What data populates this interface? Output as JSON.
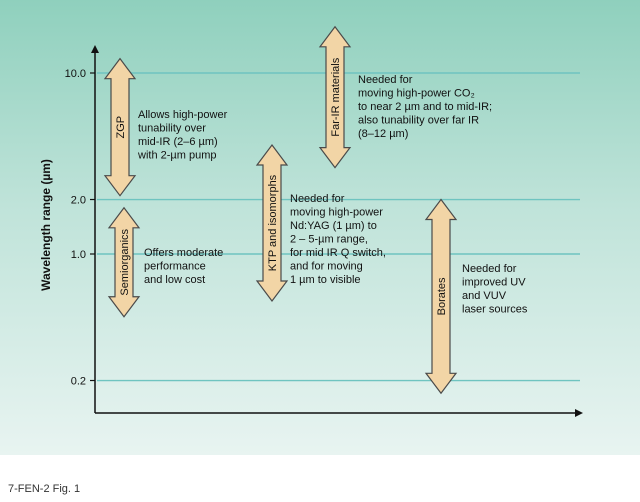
{
  "chart_data": {
    "type": "range-diagram",
    "ylabel": "Wavelength range (µm)",
    "yscale": "log",
    "yticks": [
      "10.0",
      "2.0",
      "1.0",
      "0.2"
    ],
    "ytick_values": [
      10.0,
      2.0,
      1.0,
      0.2
    ],
    "materials": [
      {
        "name": "ZGP",
        "min_um": 2.1,
        "max_um": 12,
        "description": [
          "Allows high-power",
          "tunability over",
          "mid-IR (2–6 µm)",
          "with 2-µm pump"
        ]
      },
      {
        "name": "Semiorganics",
        "min_um": 0.45,
        "max_um": 1.8,
        "description": [
          "Offers moderate",
          "performance",
          "and low cost"
        ]
      },
      {
        "name": "KTP and isomorphs",
        "min_um": 0.55,
        "max_um": 4.0,
        "description": [
          "Needed for",
          "moving high-power",
          "Nd:YAG (1 µm) to",
          "2 – 5-µm range,",
          "for mid IR Q switch,",
          "and for moving",
          "1 µm to visible"
        ]
      },
      {
        "name": "Far-IR materials",
        "min_um": 3.0,
        "max_um": 18,
        "description": [
          "Needed for",
          "moving high-power CO₂",
          "to near 2 µm and to mid-IR;",
          "also tunability over far IR",
          "(8–12 µm)"
        ]
      },
      {
        "name": "Borates",
        "min_um": 0.17,
        "max_um": 2.0,
        "description": [
          "Needed for",
          "improved UV",
          "and VUV",
          "laser sources"
        ]
      }
    ]
  },
  "caption": "7-FEN-2 Fig. 1",
  "colors": {
    "arrow_fill": "#f2d5a6",
    "arrow_stroke": "#4a4a4a",
    "gridline": "#6fc4c0",
    "background_top": "#8fd0bd",
    "background_bottom": "#e8f4f1"
  }
}
